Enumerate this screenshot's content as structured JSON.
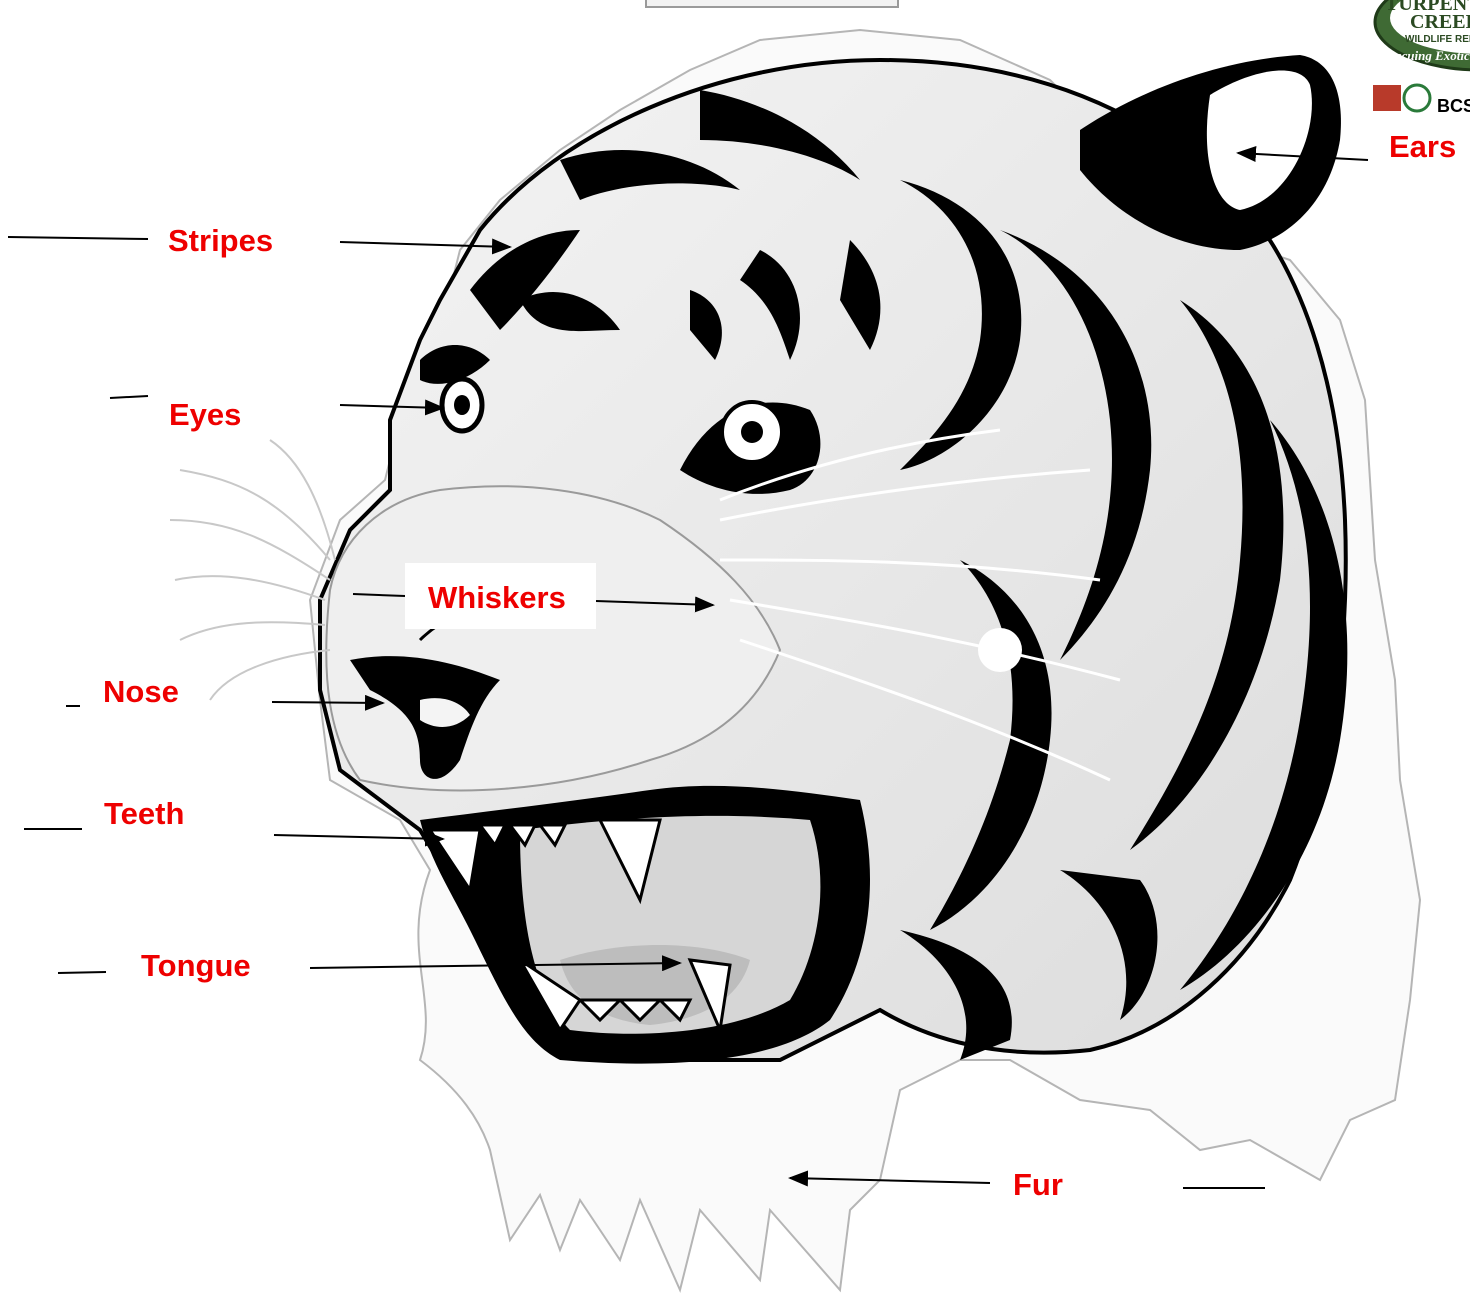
{
  "labels": {
    "ears": "Ears",
    "stripes": "Stripes",
    "eyes": "Eyes",
    "whiskers": "Whiskers",
    "nose": "Nose",
    "teeth": "Teeth",
    "tongue": "Tongue",
    "fur": "Fur"
  },
  "logo": {
    "name_line1": "TURPENTINE",
    "name_line2": "CREEK",
    "name_line3": "WILDLIFE REFUGE",
    "tagline": "Rescuing Exotic Cats",
    "badge": "BCSA"
  },
  "colors": {
    "label": "#ee0000",
    "line": "#000000",
    "logo_green": "#3f6a34"
  }
}
